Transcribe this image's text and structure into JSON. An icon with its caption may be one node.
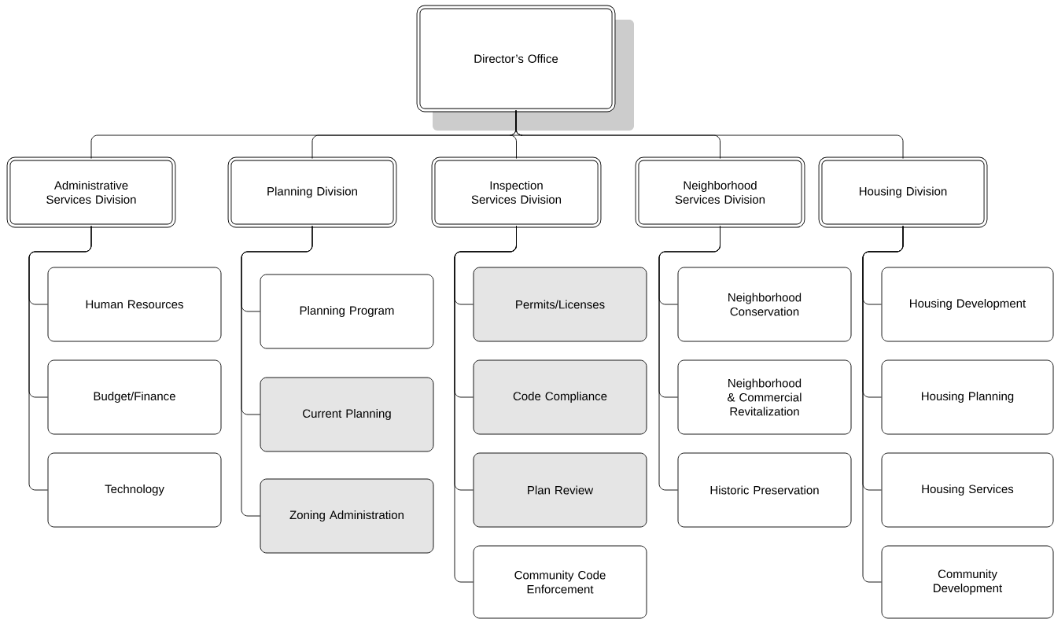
{
  "diagram": {
    "nodes": [
      {
        "text": [
          "Director’s Office"
        ]
      },
      {
        "text": [
          "Administrative Services Division"
        ]
      },
      {
        "text": [
          "Planning Division"
        ]
      },
      {
        "text": [
          "Inspection Services Division"
        ]
      },
      {
        "text": [
          "Neighborhood Services Division"
        ]
      },
      {
        "text": [
          "Housing Division"
        ]
      },
      {
        "text": [
          "Human Resources"
        ]
      },
      {
        "text": [
          "Budget/Finance"
        ]
      },
      {
        "text": [
          "Technology"
        ]
      },
      {
        "text": [
          "Planning Program"
        ]
      },
      {
        "text": [
          "Current Planning"
        ]
      },
      {
        "text": [
          "Zoning Administration"
        ]
      },
      {
        "text": [
          "Permits/Licenses"
        ]
      },
      {
        "text": [
          "Code Compliance"
        ]
      },
      {
        "text": [
          "Plan Review"
        ]
      },
      {
        "text": [
          "Community Code Enforcement"
        ]
      },
      {
        "text": [
          "Neighborhood Conservation"
        ]
      },
      {
        "text": [
          "Neighborhood & Commercial Revitalization"
        ]
      },
      {
        "text": [
          "Historic Preservation"
        ]
      },
      {
        "text": [
          "Housing Development"
        ]
      },
      {
        "text": [
          "Housing Planning"
        ]
      },
      {
        "text": [
          "Housing Services"
        ]
      },
      {
        "text": [
          "Community Development"
        ]
      }
    ],
    "edges": [
      {
        "from": 0,
        "to": 1,
        "arrow": "none"
      },
      {
        "from": 0,
        "to": 2,
        "arrow": "none"
      },
      {
        "from": 0,
        "to": 3,
        "arrow": "none"
      },
      {
        "from": 0,
        "to": 4,
        "arrow": "none"
      },
      {
        "from": 0,
        "to": 5,
        "arrow": "none"
      },
      {
        "from": 1,
        "to": 6,
        "arrow": "none"
      },
      {
        "from": 1,
        "to": 7,
        "arrow": "none"
      },
      {
        "from": 1,
        "to": 8,
        "arrow": "none"
      },
      {
        "from": 2,
        "to": 9,
        "arrow": "none"
      },
      {
        "from": 2,
        "to": 10,
        "arrow": "none"
      },
      {
        "from": 2,
        "to": 11,
        "arrow": "none"
      },
      {
        "from": 3,
        "to": 12,
        "arrow": "none"
      },
      {
        "from": 3,
        "to": 13,
        "arrow": "none"
      },
      {
        "from": 3,
        "to": 14,
        "arrow": "none"
      },
      {
        "from": 3,
        "to": 15,
        "arrow": "none"
      },
      {
        "from": 4,
        "to": 16,
        "arrow": "none"
      },
      {
        "from": 4,
        "to": 17,
        "arrow": "none"
      },
      {
        "from": 4,
        "to": 18,
        "arrow": "none"
      },
      {
        "from": 5,
        "to": 19,
        "arrow": "none"
      },
      {
        "from": 5,
        "to": 20,
        "arrow": "none"
      },
      {
        "from": 5,
        "to": 21,
        "arrow": "none"
      },
      {
        "from": 5,
        "to": 22,
        "arrow": "none"
      }
    ]
  }
}
